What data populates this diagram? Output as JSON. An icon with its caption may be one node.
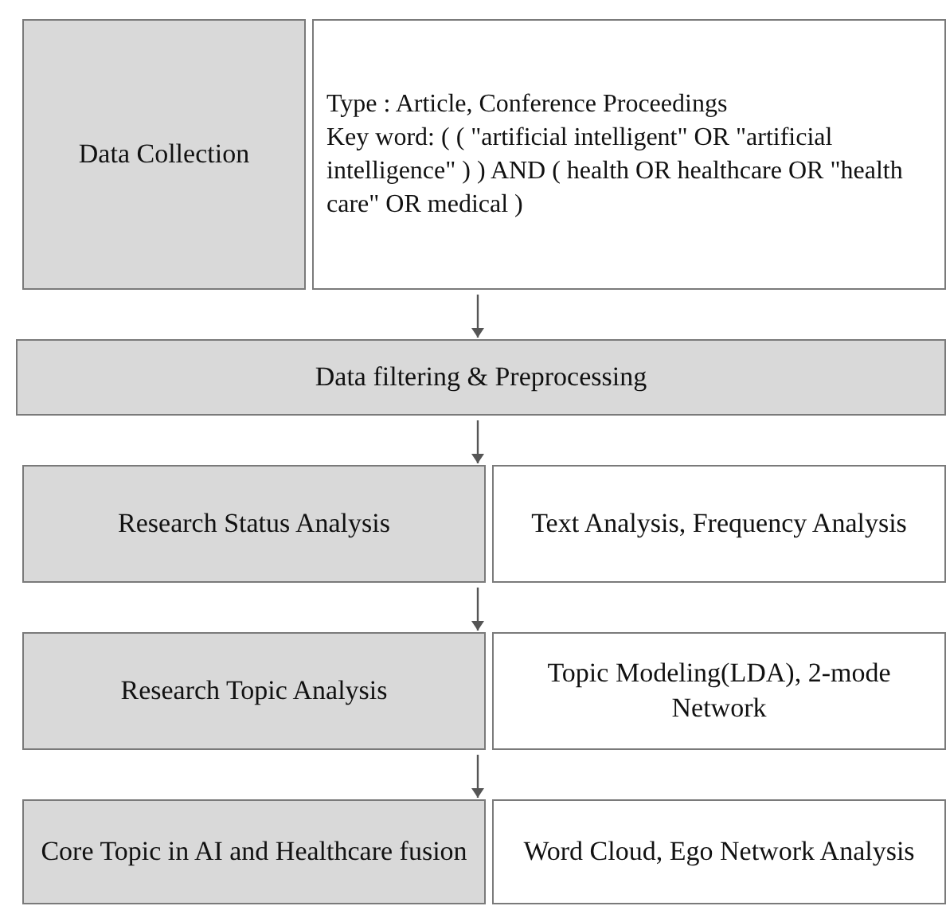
{
  "diagram": {
    "nodes": [
      {
        "text": [
          "Data Collection"
        ]
      },
      {
        "text": [
          "Type : Article, Conference Proceedings",
          "Key word: ( ( \"artificial intelligent\" OR \"artificial intelligence\" ) ) AND ( health OR healthcare OR \"health care\" OR medical )"
        ]
      },
      {
        "text": [
          "Data filtering & Preprocessing"
        ]
      },
      {
        "text": [
          "Research Status Analysis"
        ]
      },
      {
        "text": [
          "Text Analysis, Frequency Analysis"
        ]
      },
      {
        "text": [
          "Research Topic Analysis"
        ]
      },
      {
        "text": [
          "Topic Modeling(LDA), 2-mode Network"
        ]
      },
      {
        "text": [
          "Core Topic in AI and Healthcare fusion"
        ]
      },
      {
        "text": [
          "Word Cloud, Ego Network Analysis"
        ]
      }
    ],
    "edges": [
      {
        "from": 1,
        "to": 2,
        "arrow": "to"
      },
      {
        "from": 2,
        "to": 3,
        "arrow": "to"
      },
      {
        "from": 3,
        "to": 5,
        "arrow": "to"
      },
      {
        "from": 5,
        "to": 7,
        "arrow": "to"
      }
    ]
  }
}
